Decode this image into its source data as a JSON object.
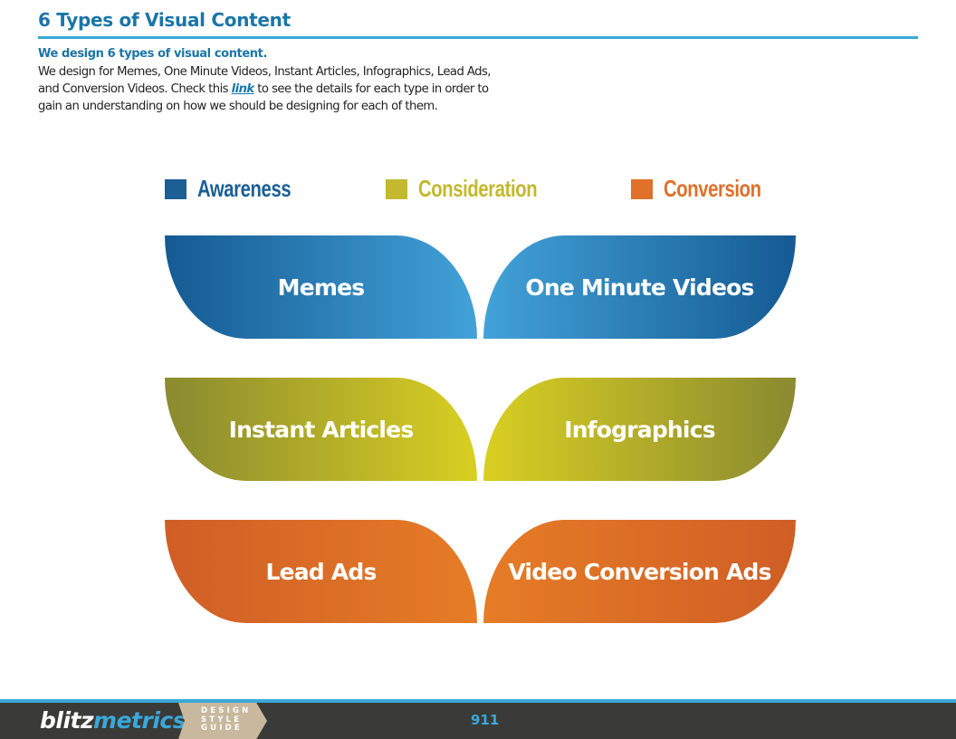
{
  "header": {
    "title": "6 Types of Visual Content",
    "rule_color": "#3aa8d8"
  },
  "intro": {
    "subheading": "We design 6 types of visual content.",
    "body_before_link": "We design for Memes, One Minute Videos, Instant Articles, Infographics, Lead Ads, and Conversion Videos. Check this ",
    "link_text": "link",
    "body_after_link": " to see the details for each type in order to gain an understanding on how we should be designing for each of them."
  },
  "legend": [
    {
      "label": "Awareness",
      "color": "#1b5f95"
    },
    {
      "label": "Consideration",
      "color": "#c3b92e"
    },
    {
      "label": "Conversion",
      "color": "#e0702a"
    }
  ],
  "content_types": {
    "awareness": {
      "left": {
        "label": "Memes"
      },
      "right": {
        "label": "One Minute Videos"
      },
      "dark": "#155a93",
      "light": "#42a2d8"
    },
    "consideration": {
      "left": {
        "label": "Instant Articles"
      },
      "right": {
        "label": "Infographics"
      },
      "dark": "#8a8a30",
      "light": "#d9cf22"
    },
    "conversion": {
      "left": {
        "label": "Lead Ads"
      },
      "right": {
        "label": "Video Conversion Ads"
      },
      "dark": "#cf5e26",
      "light": "#e67c26"
    }
  },
  "footer": {
    "logo_part1": "blitz",
    "logo_part2": "metrics",
    "guide_line1": "DESIGN",
    "guide_line2": "STYLE",
    "guide_line3": "GUIDE",
    "page_number": "911"
  }
}
